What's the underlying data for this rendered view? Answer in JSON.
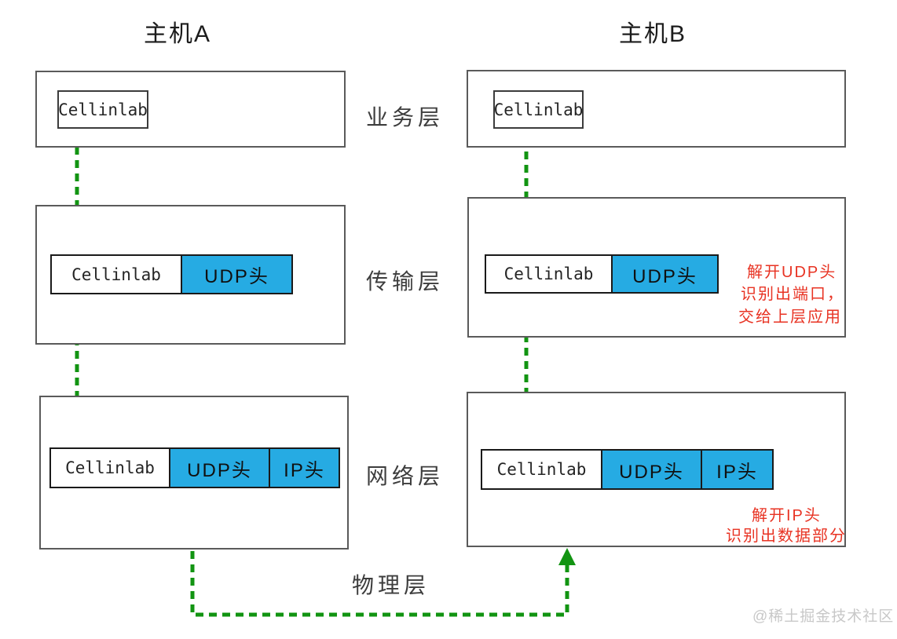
{
  "hosts": {
    "a": "主机A",
    "b": "主机B"
  },
  "layers": {
    "business": "业务层",
    "transport": "传输层",
    "network": "网络层",
    "physical": "物理层"
  },
  "payload_label": "Cellinlab",
  "headers": {
    "udp": "UDP头",
    "ip": "IP头"
  },
  "annotations": {
    "transport_b": [
      "解开UDP头",
      "识别出端口，",
      "交给上层应用"
    ],
    "network_b": [
      "解开IP头",
      "识别出数据部分"
    ]
  },
  "watermark": "@稀土掘金技术社区",
  "colors": {
    "accent-blue": "#26abe3",
    "arrow-green": "#129412",
    "annotation-red": "#e83323",
    "ink": "#1c1c1c",
    "box-border": "#5a5a5a",
    "label-gray": "#3d3d3d",
    "watermark-gray": "#c8c8c8"
  }
}
